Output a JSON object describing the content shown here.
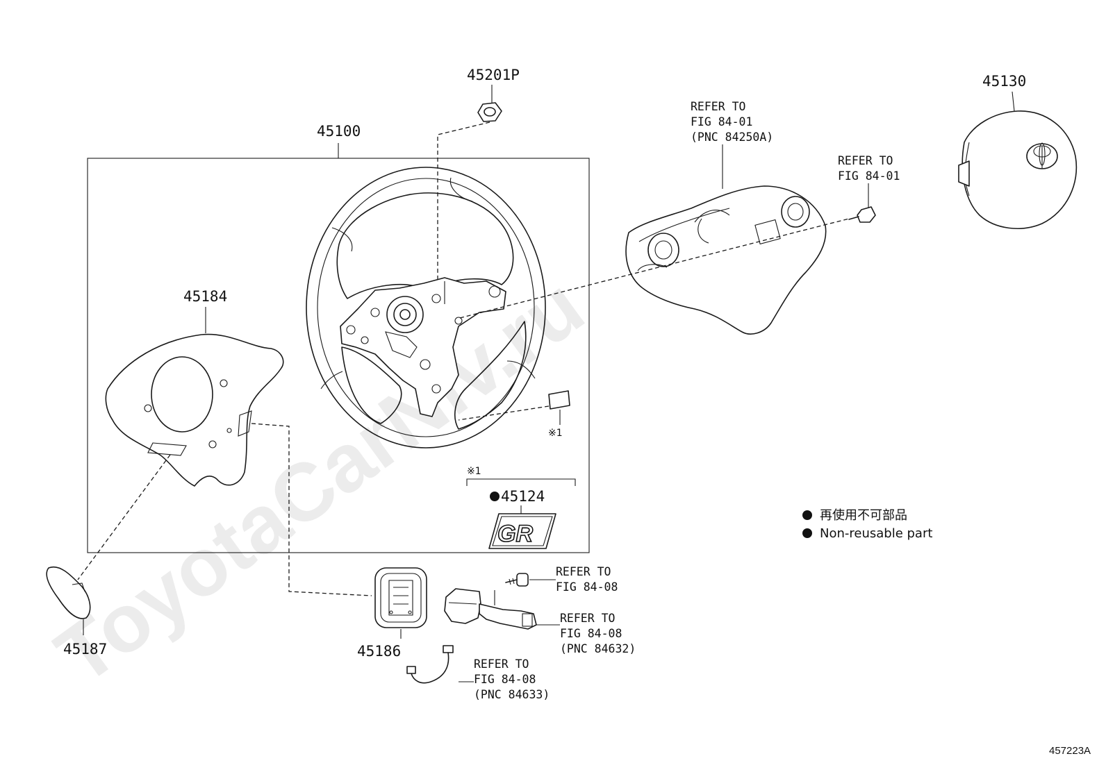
{
  "watermark": "ToyotaCarNiv.ru",
  "figure_number": "457223A",
  "parts": {
    "p45100": "45100",
    "p45201P": "45201P",
    "p45130": "45130",
    "p45184": "45184",
    "p45187": "45187",
    "p45186": "45186",
    "p45124": "45124"
  },
  "note_marker": "※1",
  "badge_text": "GR",
  "refs": {
    "airbag_harness": [
      "REFER TO",
      "FIG 84-01",
      "(PNC 84250A)"
    ],
    "bolt": [
      "REFER TO",
      "FIG 84-01"
    ],
    "screw": [
      "REFER TO",
      "FIG 84-08"
    ],
    "switch": [
      "REFER TO",
      "FIG 84-08",
      "(PNC 84632)"
    ],
    "wire": [
      "REFER TO",
      "FIG 84-08",
      "(PNC 84633)"
    ]
  },
  "legend": {
    "jp": "再使用不可部品",
    "en": "Non-reusable part"
  }
}
